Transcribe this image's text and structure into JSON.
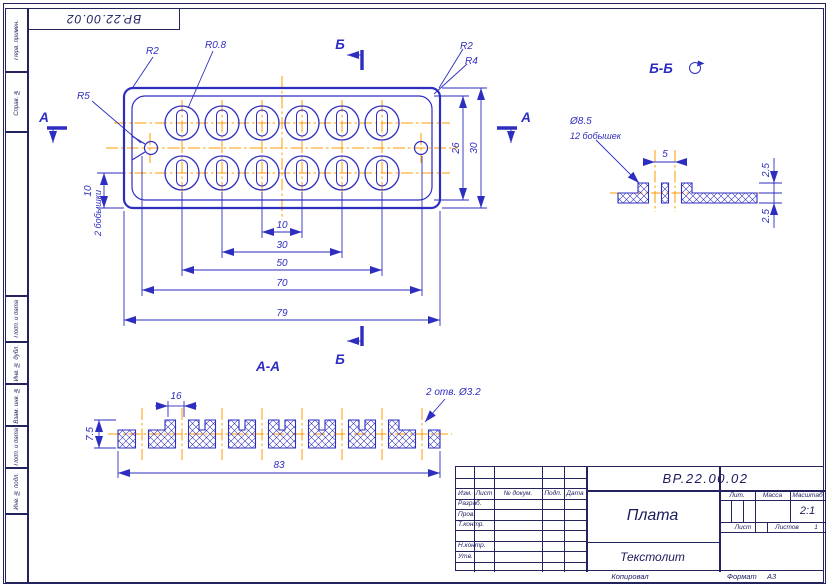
{
  "colors": {
    "line": "#2d2dc0",
    "centerline": "#ff9900",
    "frame": "#23235e"
  },
  "stamp_top": "ВР.22.00.02",
  "frame_labels": {
    "perv_primen": "Перв. примен.",
    "sprav_no": "Справ. №",
    "podp_data1": "Подп. и дата",
    "inv_dubl": "Инв. № дубл.",
    "vzam_inv": "Взам. инв. №",
    "podp_data2": "Подп. и дата",
    "inv_podl": "Инв. № подл."
  },
  "main_view": {
    "section_b_top": "Б",
    "section_b_bottom": "Б",
    "section_a_left": "А",
    "section_a_right": "А",
    "r5": "R5",
    "r2_left": "R2",
    "r08": "R0.8",
    "r2_right": "R2",
    "r4": "R4",
    "dim_10_bottom": "10",
    "dim_30_bottom": "30",
    "dim_50": "50",
    "dim_70": "70",
    "dim_79": "79",
    "dim_26": "26",
    "dim_30_right": "30",
    "dim_10_left": "10",
    "note_bosses": "2 бобышки"
  },
  "section_bb": {
    "title": "Б-Б",
    "dia": "Ø8.5",
    "note": "12 бобышек",
    "dim_5": "5",
    "dim_25_top": "2.5",
    "dim_25_bottom": "2.5"
  },
  "section_aa": {
    "title": "А-А",
    "dim_16": "16",
    "holes_note": "2 отв. Ø3.2",
    "dim_75": "7.5",
    "dim_83": "83"
  },
  "title_block": {
    "doc_number": "ВР.22.00.02",
    "part_name": "Плата",
    "material": "Текстолит",
    "scale_value": "2:1",
    "listov_value": "1",
    "headers": {
      "izm": "Изм.",
      "list": "Лист",
      "no_dokum": "№ докум.",
      "podp": "Подп.",
      "data": "Дата",
      "razrab": "Разраб.",
      "prov": "Пров.",
      "t_kontr": "Т.контр.",
      "n_kontr": "Н.контр.",
      "utv": "Утв.",
      "lit": "Лит.",
      "massa": "Масса",
      "masshtab": "Масштаб",
      "list2": "Лист",
      "listov": "Листов"
    },
    "footer": {
      "kopiroval": "Копировал",
      "format": "Формат",
      "format_value": "А3"
    }
  }
}
